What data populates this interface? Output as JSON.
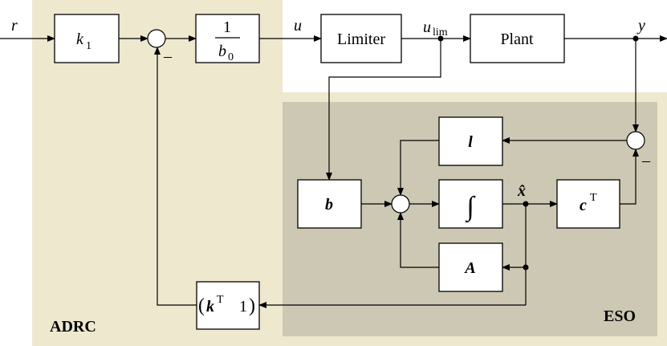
{
  "regions": {
    "adrc_label": "ADRC",
    "eso_label": "ESO"
  },
  "blocks": {
    "k1": {
      "main": "k",
      "sub": "1"
    },
    "inv_b0": {
      "num": "1",
      "den_main": "b",
      "den_sub": "0"
    },
    "limiter": "Limiter",
    "plant": "Plant",
    "l": "l",
    "b": "b",
    "integral": "∫",
    "cT": {
      "main": "c",
      "sup": "T"
    },
    "A": "A",
    "kT": {
      "lparen": "(",
      "main": "k",
      "sup": "T",
      "one": "1",
      "rparen": ")"
    }
  },
  "signals": {
    "r": "r",
    "u": "u",
    "ulim": {
      "main": "u",
      "sub": "lim"
    },
    "y": "y",
    "xhat": "x̂"
  },
  "signs": {
    "minus": "–"
  },
  "colors": {
    "adrc_bg": "#eee8cf",
    "eso_bg": "#cdc8b3",
    "eso_border": "#e8e3cb"
  }
}
